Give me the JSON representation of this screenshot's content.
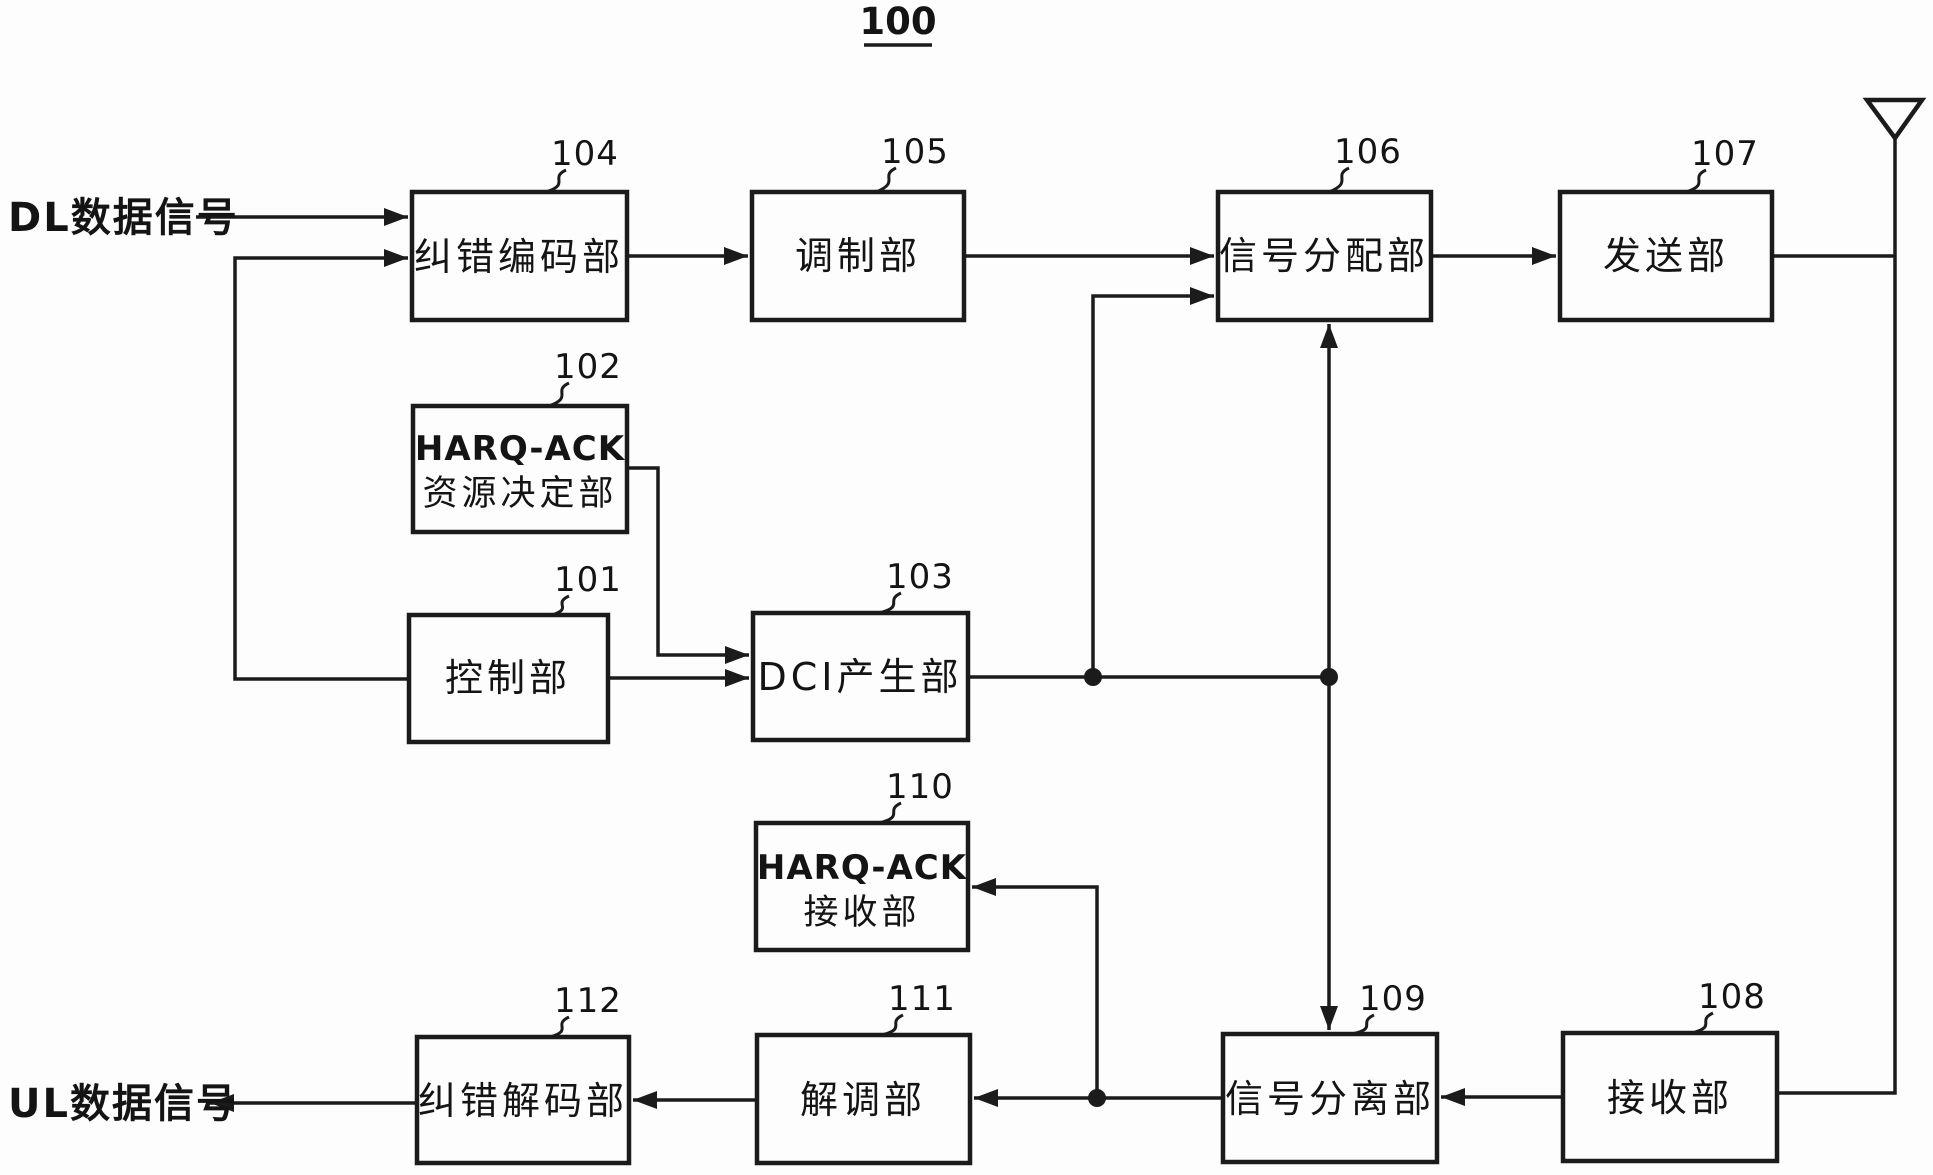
{
  "figure": {
    "title": "100",
    "dl_input_label": "DL数据信号",
    "ul_output_label": "UL数据信号"
  },
  "blocks": {
    "control": {
      "ref": "101",
      "label": "控制部"
    },
    "harq_resource": {
      "ref": "102",
      "label_line1": "HARQ-ACK",
      "label_line2": "资源决定部"
    },
    "dci": {
      "ref": "103",
      "label": "DCI产生部"
    },
    "encoder": {
      "ref": "104",
      "label": "纠错编码部"
    },
    "modulator": {
      "ref": "105",
      "label": "调制部"
    },
    "signal_alloc": {
      "ref": "106",
      "label": "信号分配部"
    },
    "transmitter": {
      "ref": "107",
      "label": "发送部"
    },
    "receiver": {
      "ref": "108",
      "label": "接收部"
    },
    "signal_sep": {
      "ref": "109",
      "label": "信号分离部"
    },
    "harq_rx": {
      "ref": "110",
      "label_line1": "HARQ-ACK",
      "label_line2": "接收部"
    },
    "demodulator": {
      "ref": "111",
      "label": "解调部"
    },
    "decoder": {
      "ref": "112",
      "label": "纠错解码部"
    }
  },
  "icons": {
    "antenna": "antenna-icon"
  },
  "colors": {
    "line": "#1b1b1b",
    "background": "#fdfdfd"
  }
}
